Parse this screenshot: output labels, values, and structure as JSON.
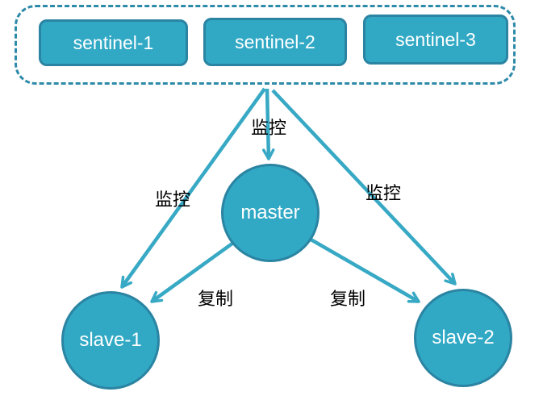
{
  "diagram": {
    "sentinel_group": {
      "boxes": [
        {
          "label": "sentinel-1"
        },
        {
          "label": "sentinel-2"
        },
        {
          "label": "sentinel-3"
        }
      ]
    },
    "nodes": {
      "master": {
        "label": "master"
      },
      "slave1": {
        "label": "slave-1"
      },
      "slave2": {
        "label": "slave-2"
      }
    },
    "edges": [
      {
        "from": "sentinels",
        "to": "master",
        "label": "监控"
      },
      {
        "from": "sentinels",
        "to": "slave-1",
        "label": "监控"
      },
      {
        "from": "sentinels",
        "to": "slave-2",
        "label": "监控"
      },
      {
        "from": "master",
        "to": "slave-1",
        "label": "复制"
      },
      {
        "from": "master",
        "to": "slave-2",
        "label": "复制"
      }
    ],
    "colors": {
      "node_fill": "#31a9c5",
      "node_border": "#2a84a2",
      "arrow": "#38a9c5",
      "dash_border": "#2e8aa9",
      "node_text": "#ffffff",
      "label_text": "#000000",
      "background": "#ffffff"
    }
  }
}
